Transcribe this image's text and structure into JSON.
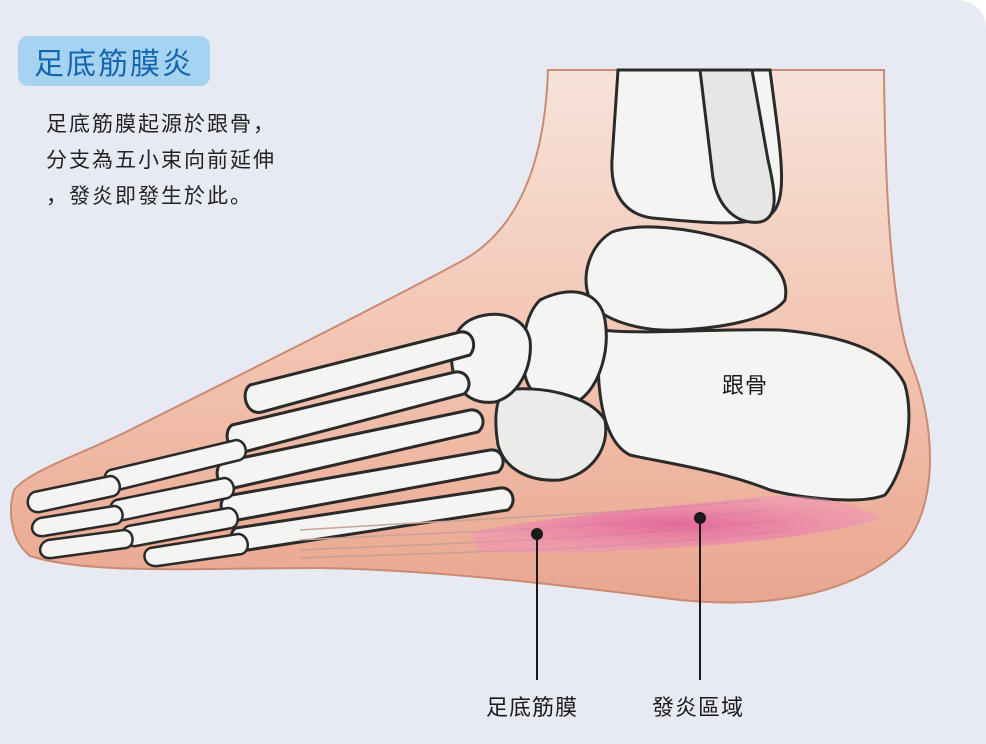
{
  "title": "足底筋膜炎",
  "description": {
    "lines": [
      "足底筋膜起源於跟骨，",
      "分支為五小束向前延伸",
      "，發炎即發生於此。"
    ]
  },
  "labels": {
    "calcaneus": "跟骨",
    "plantar_fascia": "足底筋膜",
    "inflamed_area": "發炎區域"
  },
  "colors": {
    "background": "#e7eaf3",
    "title_badge": "#a5d3f0",
    "title_text": "#1566ae",
    "skin": "#f2c3b0",
    "inflammation": "#e86aa6"
  }
}
